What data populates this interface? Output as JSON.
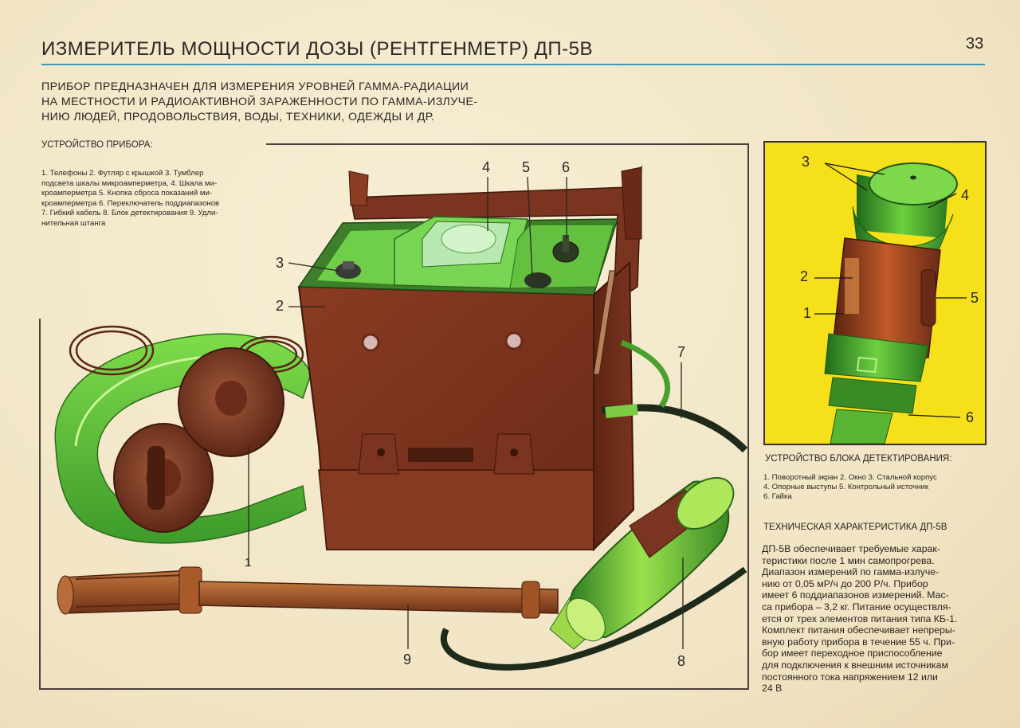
{
  "page": {
    "title": "ИЗМЕРИТЕЛЬ МОЩНОСТИ ДОЗЫ  (РЕНТГЕНМЕТР) ДП-5В",
    "page_number": "33"
  },
  "intro": {
    "lines": [
      "ПРИБОР ПРЕДНАЗНАЧЕН ДЛЯ ИЗМЕРЕНИЯ УРОВНЕЙ ГАММА-РАДИАЦИИ",
      "НА МЕСТНОСТИ И РАДИОАКТИВНОЙ ЗАРАЖЕННОСТИ ПО ГАММА-ИЗЛУЧЕ-",
      "НИЮ ЛЮДЕЙ, ПРОДОВОЛЬСТВИЯ, ВОДЫ, ТЕХНИКИ, ОДЕЖДЫ И ДР."
    ]
  },
  "device": {
    "heading": "УСТРОЙСТВО ПРИБОРА:",
    "legend_lines": [
      "1. Телефоны 2. Футляр с крышкой 3. Тумблер",
      "подсвета шкалы микроамперметра, 4. Шкала ми-",
      "кроамперметра 5. Кнопка сброса показаний ми-",
      "кроамперметра 6. Переключатель поддиапазонов",
      "7. Гибкий кабель 8. Блок детектирования 9. Удли-",
      "нительная штанга"
    ],
    "callouts": [
      "1",
      "2",
      "3",
      "4",
      "5",
      "6",
      "7",
      "8",
      "9"
    ]
  },
  "detector": {
    "callouts": [
      "1",
      "2",
      "3",
      "4",
      "5",
      "6"
    ],
    "panel_color": "#f5e01a",
    "heading": "УСТРОЙСТВО БЛОКА ДЕТЕКТИРОВАНИЯ:",
    "legend_lines": [
      "1. Поворотный экран 2. Окно 3. Стальной корпус",
      "4. Опорные выступы 5. Контрольный источник",
      "6. Гайка"
    ]
  },
  "tech": {
    "heading": "ТЕХНИЧЕСКАЯ ХАРАКТЕРИСТИКА ДП-5В",
    "lines": [
      "ДП-5В обеспечивает требуемые харак-",
      "теристики после 1 мин самопрогрева.",
      "Диапазон измерений по гамма-излуче-",
      "нию от 0,05 мР/ч до 200 Р/ч. Прибор",
      "имеет 6 поддиапазонов измерений. Мас-",
      "са прибора – 3,2 кг. Питание осуществля-",
      "ется от трех элементов питания типа КБ-1.",
      "Комплект питания обеспечивает непреры-",
      "вную работу прибора в течение 55 ч. При-",
      "бор имеет переходное приспособление",
      "для подключения к внешним источникам",
      "постоянного тока напряжением 12 или",
      "24 В"
    ]
  },
  "colors": {
    "accent_rule": "#3a9bbd",
    "case_brown": "#7a3420",
    "device_green": "#4fbf3a"
  }
}
